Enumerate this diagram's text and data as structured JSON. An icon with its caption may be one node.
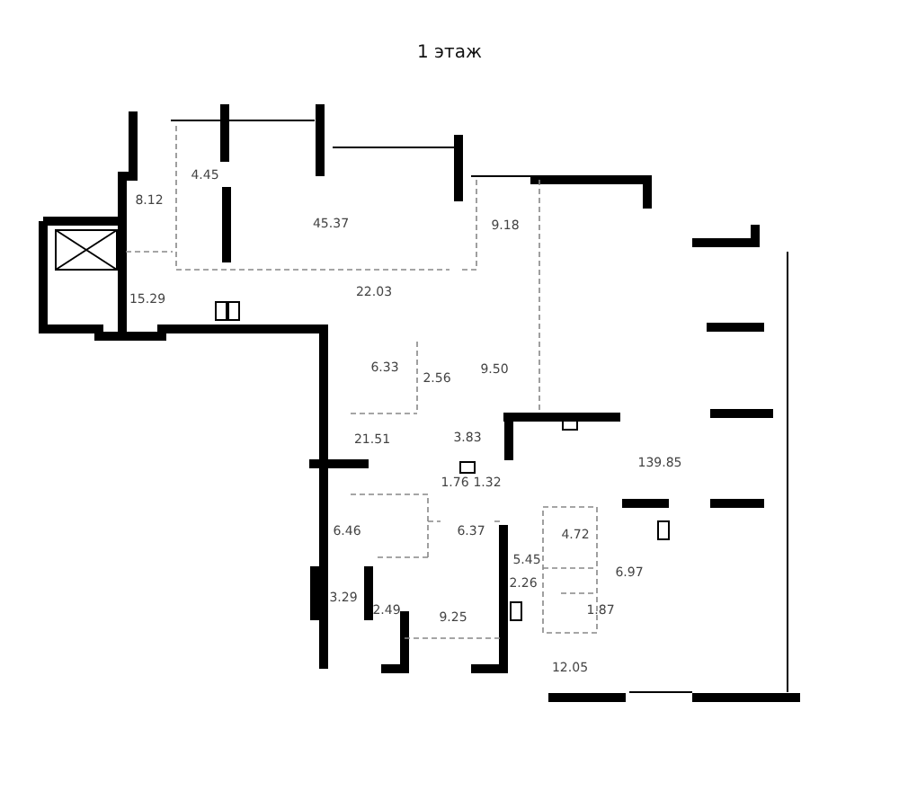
{
  "diagram": {
    "title": "1 этаж",
    "labels": [
      "8.12",
      "4.45",
      "45.37",
      "9.18",
      "22.03",
      "15.29",
      "6.33",
      "2.56",
      "9.50",
      "21.51",
      "3.83",
      "139.85",
      "1.76",
      "1.32",
      "6.46",
      "6.37",
      "4.72",
      "5.45",
      "6.97",
      "2.26",
      "3.29",
      "2.49",
      "1.87",
      "9.25",
      "12.05"
    ]
  }
}
